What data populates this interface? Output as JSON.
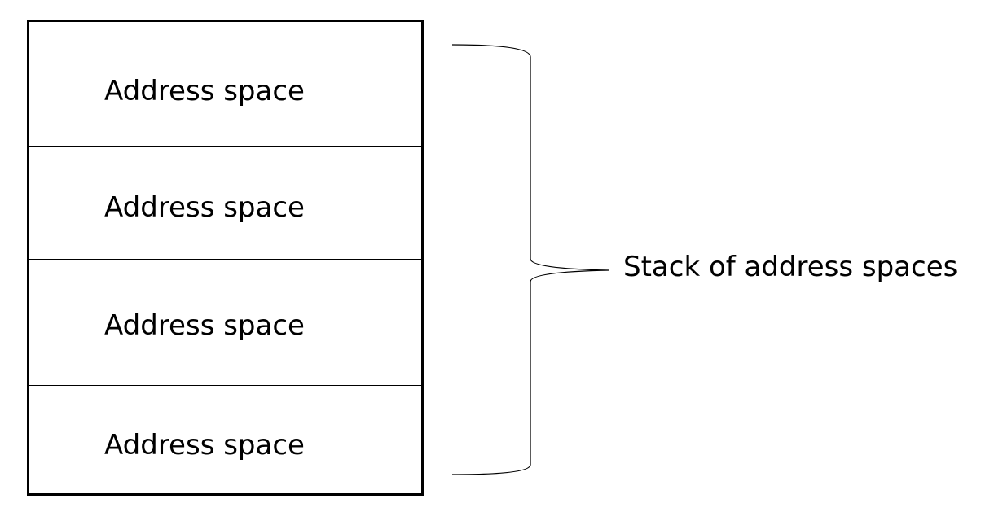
{
  "diagram": {
    "blocks": [
      {
        "label": "Address space"
      },
      {
        "label": "Address space"
      },
      {
        "label": "Address space"
      },
      {
        "label": "Address space"
      }
    ],
    "brace_label": "Stack of address spaces",
    "line_color": "#000000",
    "background_color": "#ffffff"
  }
}
